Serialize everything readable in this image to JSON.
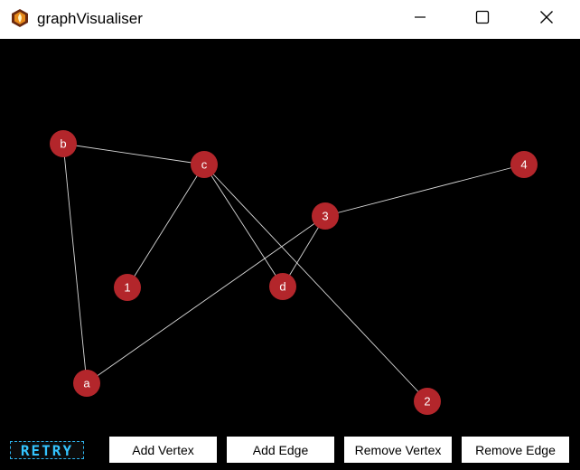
{
  "window": {
    "title": "graphVisualiser",
    "icon": "app-logo-icon",
    "controls": [
      "minimize-icon",
      "maximize-icon",
      "close-icon"
    ]
  },
  "graph": {
    "vertex_color": "#b3262b",
    "edge_color": "#d9d9d9",
    "label_color": "#ffffff",
    "vertices": [
      {
        "id": "b",
        "label": "b"
      },
      {
        "id": "c",
        "label": "c"
      },
      {
        "id": "4",
        "label": "4"
      },
      {
        "id": "3",
        "label": "3"
      },
      {
        "id": "1",
        "label": "1"
      },
      {
        "id": "d",
        "label": "d"
      },
      {
        "id": "a",
        "label": "a"
      },
      {
        "id": "2",
        "label": "2"
      }
    ],
    "edges": [
      [
        "b",
        "c"
      ],
      [
        "b",
        "a"
      ],
      [
        "c",
        "1"
      ],
      [
        "c",
        "d"
      ],
      [
        "c",
        "2"
      ],
      [
        "3",
        "4"
      ],
      [
        "3",
        "d"
      ],
      [
        "3",
        "a"
      ]
    ]
  },
  "toolbar": {
    "retry_label": "RETRY",
    "add_vertex_label": "Add Vertex",
    "add_edge_label": "Add Edge",
    "remove_vertex_label": "Remove Vertex",
    "remove_edge_label": "Remove Edge"
  }
}
